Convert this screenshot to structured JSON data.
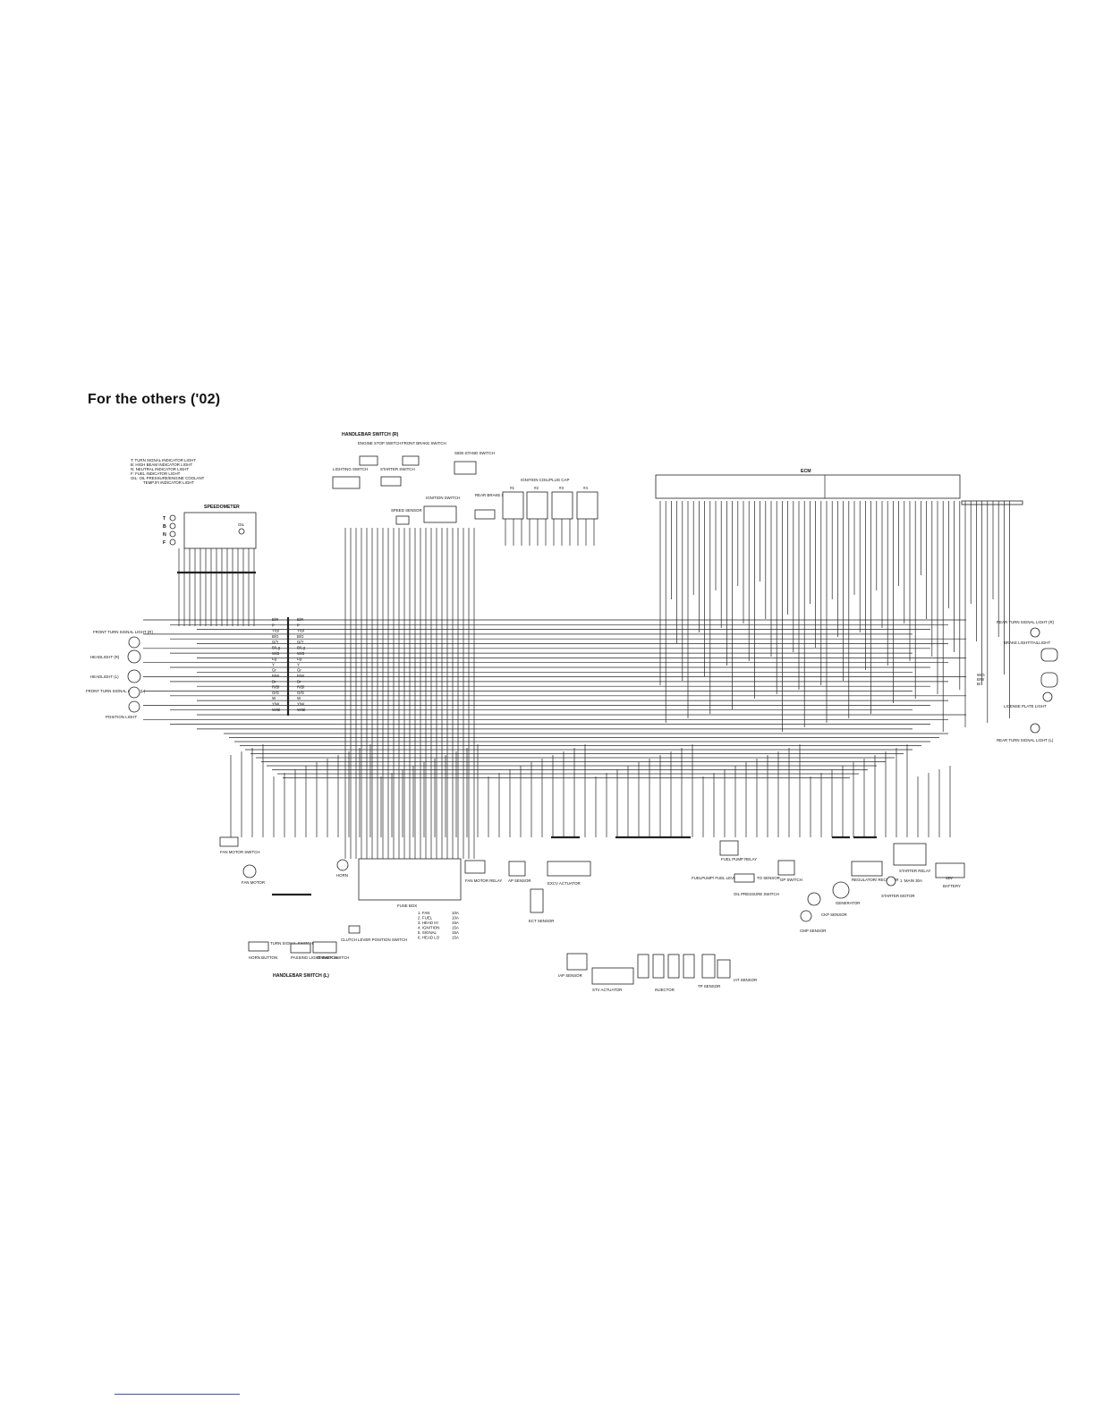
{
  "page": {
    "title": "For the others ('02)"
  },
  "legend": {
    "lines": [
      "T: TURN SIGNAL INDICATOR LIGHT",
      "B: HIGH BEAM INDICATOR LIGHT",
      "N: NEUTRAL INDICATOR LIGHT",
      "F: FUEL INDICATOR LIGHT",
      "OIL: OIL PRESSURE/ENGINE COOLANT",
      "TEMP./FI INDICATOR LIGHT"
    ]
  },
  "labels": {
    "speedometer": "SPEEDOMETER",
    "oil": "OIL",
    "indicator_t": "T",
    "indicator_b": "B",
    "indicator_n": "N",
    "indicator_f": "F",
    "handlebar_switch_r": "HANDLEBAR SWITCH (R)",
    "engine_stop_switch": "ENGINE STOP SWITCH",
    "front_brake_switch": "FRONT BRAKE SWITCH",
    "lighting_switch": "LIGHTING SWITCH",
    "starter_switch": "STARTER SWITCH",
    "side_stand_switch": "SIDE-STAND SWITCH",
    "speed_sensor": "SPEED SENSOR",
    "ignition_switch": "IGNITION SWITCH",
    "rear_brake_switch": "REAR BRAKE SWITCH",
    "ignition_coil": "IGNITION COIL/PLUG CAP",
    "coil_1": "#1",
    "coil_2": "#2",
    "coil_3": "#3",
    "coil_4": "#4",
    "ecm": "ECM",
    "front_turn_r": "FRONT TURN SIGNAL LIGHT (R)",
    "headlight_r": "HEADLIGHT (R)",
    "headlight_l": "HEADLIGHT (L)",
    "front_turn_l": "FRONT TURN SIGNAL LIGHT (L)",
    "position_light": "POSITION LIGHT",
    "rear_turn_r": "REAR TURN SIGNAL LIGHT (R)",
    "brake_taillight": "BRAKE LIGHT/TAILLIGHT",
    "license_light": "LICENSE PLATE LIGHT",
    "rear_turn_l": "REAR TURN SIGNAL LIGHT (L)",
    "fan_motor_switch": "FAN MOTOR SWITCH",
    "fan_motor": "FAN MOTOR",
    "horn": "HORN",
    "fuse_box": "FUSE BOX",
    "fan_motor_relay": "FAN MOTOR RELAY",
    "ap_sensor": "AP SENSOR",
    "excv_actuator": "EXCV ACTUATOR",
    "ect_sensor": "ECT SENSOR",
    "fuel_pump_relay": "FUEL PUMP RELAY",
    "fuelpump_switch": "FUELPUMP/ FUEL LEVEL SWITCH",
    "to_sensor": "TO SENSOR",
    "gp_switch": "GP SWITCH",
    "oil_pressure_switch": "OIL PRESSURE SWITCH",
    "ckp_sensor": "CKP SENSOR",
    "cmp_sensor": "CMP SENSOR",
    "generator": "GENERATOR",
    "regulator": "REGULATOR/ RECTIFIER",
    "starter_relay": "STARTER RELAY",
    "main_fuse": "1 :MAIN 30A",
    "starter_motor": "STARTER MOTOR",
    "battery": "BATTERY",
    "battery_voltage": "12V",
    "horn_button": "HORN BUTTON",
    "turn_signal_switch": "TURN SIGNAL SWITCH",
    "passing_light_switch": "PASSING LIGHT SWITCH",
    "dimmer_switch": "DIMMER SWITCH",
    "clutch_switch": "CLUTCH LEVER POSITION SWITCH",
    "handlebar_switch_l": "HANDLEBAR SWITCH (L)",
    "iap_sensor": "IAP SENSOR",
    "stv_actuator": "STV ACTUATOR",
    "injector": "INJECTOR",
    "tp_sensor": "TP SENSOR",
    "iat_sensor": "IAT SENSOR"
  },
  "fuses": [
    {
      "no": "1. FAN",
      "rating": "10A"
    },
    {
      "no": "2. FUEL",
      "rating": "10A"
    },
    {
      "no": "3. HEAD HI",
      "rating": "15A"
    },
    {
      "no": "4. IGNITION",
      "rating": "15A"
    },
    {
      "no": "5. SIGNAL",
      "rating": "15A"
    },
    {
      "no": "6. HEAD LO",
      "rating": "15A"
    }
  ],
  "left_connector_wires": [
    "B/R",
    "P",
    "Y/Bl",
    "B/G",
    "G/Y",
    "B/Lg",
    "W/B",
    "Lg",
    "Y",
    "Gr",
    "B/W",
    "Br",
    "R/Bl",
    "O/G",
    "W",
    "Y/W",
    "W/Bl"
  ],
  "rear_wires": [
    "W/G",
    "B/W",
    "Br"
  ],
  "colors": {
    "ink": "#222222",
    "paper": "#ffffff",
    "link": "#3a4fc0"
  }
}
